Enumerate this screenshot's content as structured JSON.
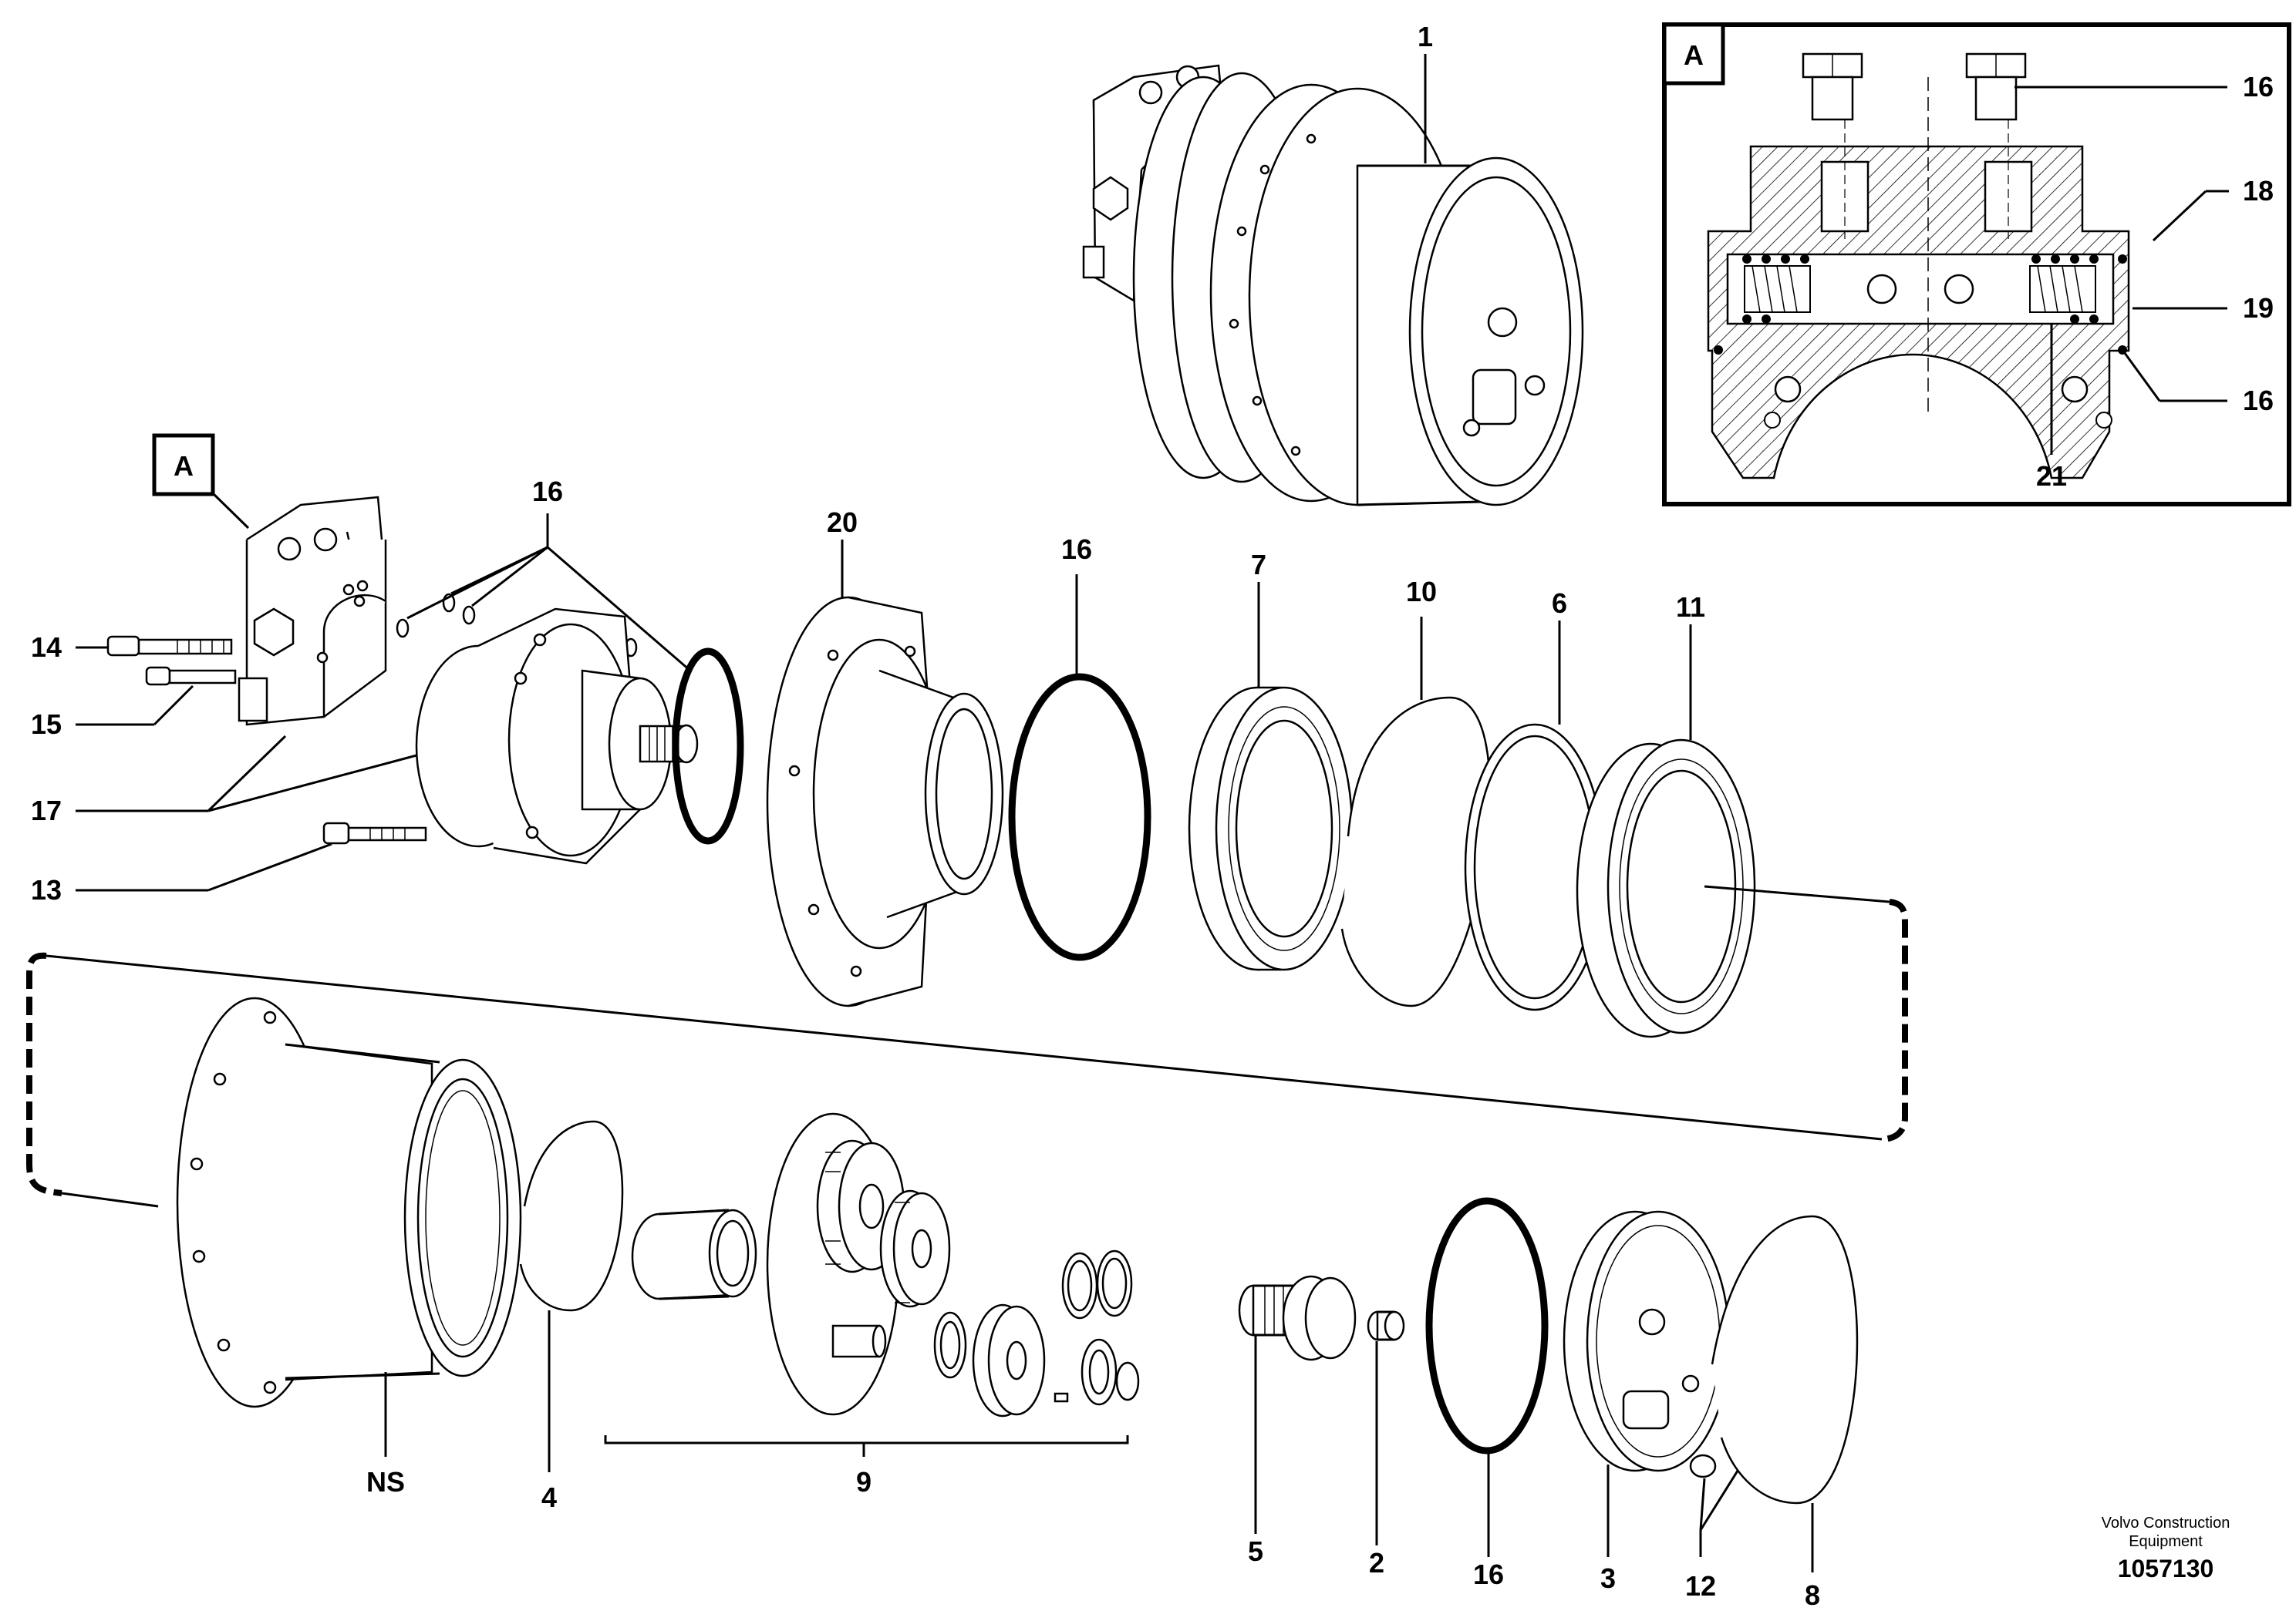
{
  "callouts": {
    "c1": "1",
    "c2": "2",
    "c3": "3",
    "c4": "4",
    "c5": "5",
    "c6": "6",
    "c7": "7",
    "c8": "8",
    "c9": "9",
    "c10": "10",
    "c11": "11",
    "c12": "12",
    "c13": "13",
    "c14": "14",
    "c15": "15",
    "c16_top": "16",
    "c16_ring": "16",
    "c16_bottom": "16",
    "c17": "17",
    "c20": "20",
    "cNS": "NS"
  },
  "detail": {
    "label": "A",
    "c16_top": "16",
    "c18": "18",
    "c19": "19",
    "c16_bot": "16",
    "c21": "21"
  },
  "view_marker": "A",
  "brand": {
    "line1": "Volvo Construction",
    "line2": "Equipment"
  },
  "doc_number": "1057130"
}
